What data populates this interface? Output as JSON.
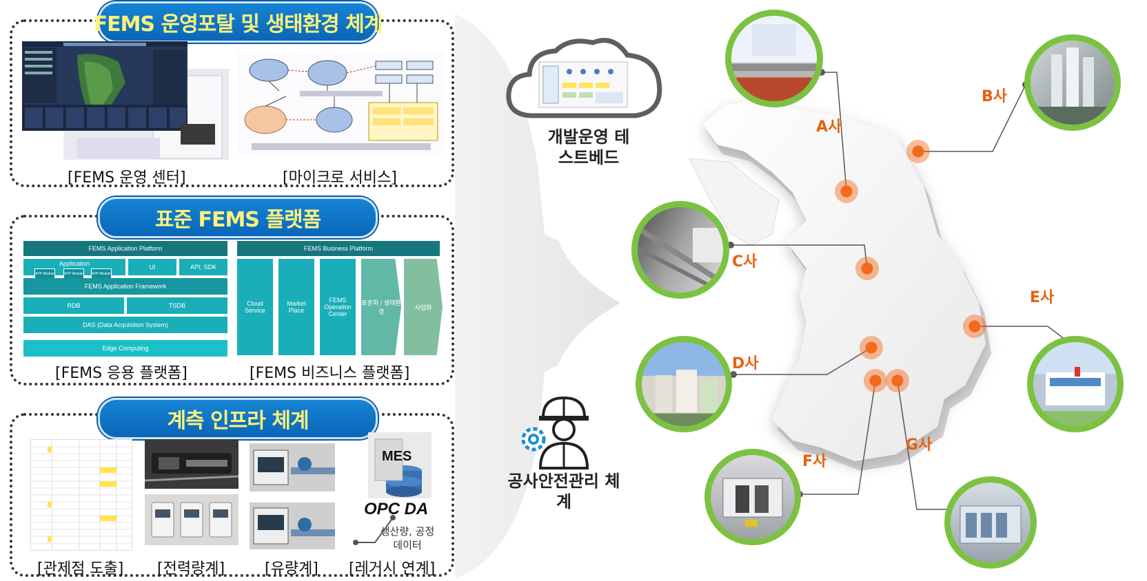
{
  "panels": {
    "portal": {
      "title": "FEMS 운영포탈 및 생태환경 체계",
      "captions": [
        "[FEMS 운영 센터]",
        "[마이크로 서비스]"
      ]
    },
    "platform": {
      "title": "표준 FEMS 플랫폼",
      "app_header": "FEMS Application Platform",
      "business_header": "FEMS Business Platform",
      "app_tiles": [
        "Application",
        "UI",
        "API, SDK",
        "FEMS Application Framework",
        "RDB",
        "TSDB",
        "DAS (Data Acquisition System)",
        "Edge Computing"
      ],
      "app_modules": [
        "APP Module",
        "APP Module",
        "APP Module"
      ],
      "business_tiles": [
        "Cloud Service",
        "Market Place",
        "FEMS Operation Center",
        "표준화 / 생태환경",
        "사업화"
      ],
      "captions": [
        "[FEMS 응용 플랫폼]",
        "[FEMS 비즈니스 플랫폼]"
      ]
    },
    "infra": {
      "title": "계측 인프라 체계",
      "mes_label": "MES",
      "opc_label": "OPC DA",
      "data_note": "생산량, 공정데이터",
      "captions": [
        "[관제점 도출]",
        "[전력량계]",
        "[유량계]",
        "[레거시 연계]"
      ]
    }
  },
  "middle": {
    "cloud_label": "개발운영 테스트베드",
    "safety_label": "공사안전관리 체계"
  },
  "companies": [
    "A사",
    "B사",
    "C사",
    "D사",
    "E사",
    "F사",
    "G사"
  ],
  "colors": {
    "pill_blue": "#0a66b8",
    "pill_text": "#fff37a",
    "teal": "#1aaeb8",
    "dark_teal": "#16767e",
    "green_ring": "#7cc242",
    "orange": "#e8610f"
  }
}
